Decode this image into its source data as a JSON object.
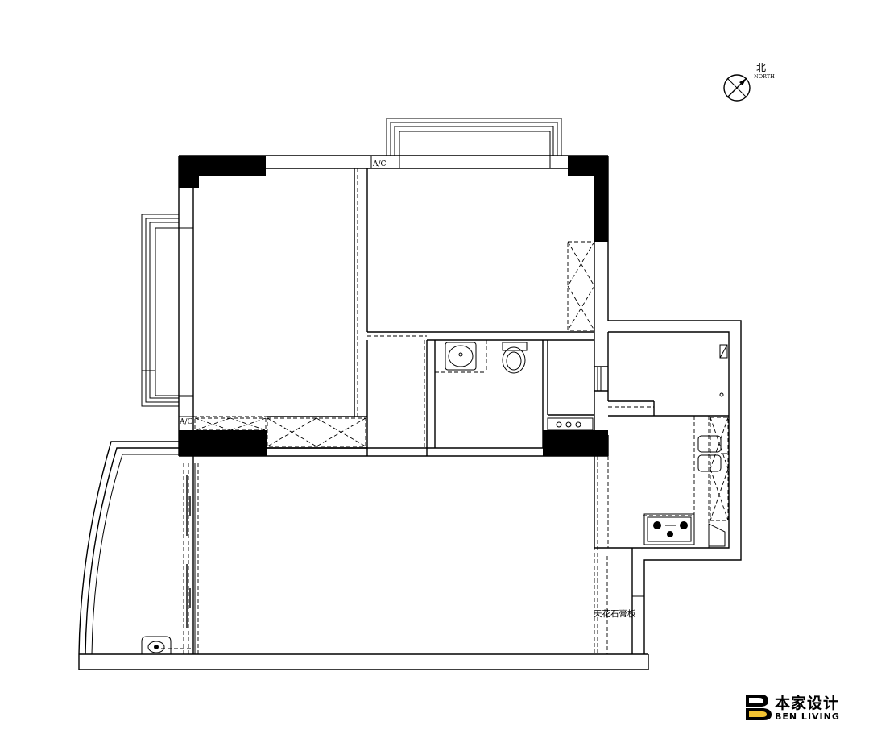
{
  "compass": {
    "label_cn": "北",
    "label_en": "NORTH"
  },
  "labels": {
    "ac_top": "A/C",
    "ac_left": "A/C",
    "ceiling_note": "天花石膏板"
  },
  "brand": {
    "name_cn": "本家设计",
    "name_en": "BEN LIVING"
  },
  "colors": {
    "line": "#000000",
    "background": "#ffffff"
  }
}
